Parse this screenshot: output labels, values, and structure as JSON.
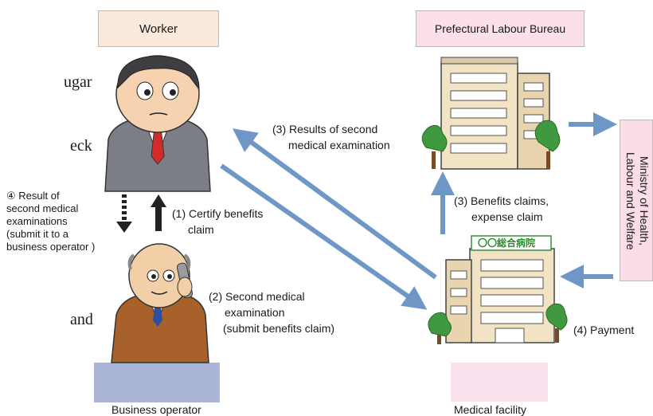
{
  "labels": {
    "worker": "Worker",
    "bureau": "Prefectural Labour Bureau",
    "ministry_line1": "Ministry of Health,",
    "ministry_line2": "Labour and Welfare",
    "business_operator": "Business operator",
    "medical_facility": "Medical facility",
    "hospital_sign": "〇〇総合病院"
  },
  "steps": {
    "result_line1": "④ Result of",
    "result_line2": "second medical",
    "result_line3": "examinations",
    "result_line4": "(submit it to a",
    "result_line5": "business operator )",
    "certify_line1": "(1) Certify benefits",
    "certify_line2": "claim",
    "second_exam_line1": "(2) Second medical",
    "second_exam_line2": "examination",
    "second_exam_line3": "(submit benefits claim)",
    "results_second_line1": "(3) Results of second",
    "results_second_line2": "medical examination",
    "benefits_claims_line1": "(3) Benefits claims,",
    "benefits_claims_line2": "expense claim",
    "payment": "(4) Payment"
  },
  "fragments": {
    "left1": "ugar",
    "left2": "eck",
    "left3": "and"
  },
  "colors": {
    "worker_box": "#fbe9dc",
    "bureau_box": "#fbe0e8",
    "ministry_box": "#fbdde6",
    "operator_box": "#aab5d8",
    "facility_box": "#fbe0ee",
    "arrow": "#6e97c8"
  }
}
